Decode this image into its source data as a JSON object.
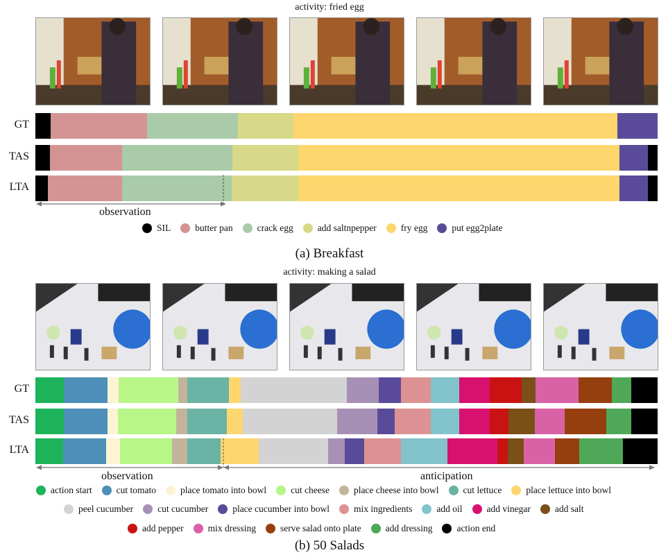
{
  "breakfast": {
    "activity": "activity: fried egg",
    "caption": "(a) Breakfast",
    "observation_label": "observation",
    "rows": [
      {
        "label": "GT",
        "segments": [
          {
            "c": "#000000",
            "w": 2.5
          },
          {
            "c": "#d49494",
            "w": 15.5
          },
          {
            "c": "#a9cba8",
            "w": 14.5
          },
          {
            "c": "#d7d988",
            "w": 9.0
          },
          {
            "c": "#fdd66e",
            "w": 52.0
          },
          {
            "c": "#5a4b9a",
            "w": 6.5
          }
        ]
      },
      {
        "label": "TAS",
        "segments": [
          {
            "c": "#000000",
            "w": 2.3
          },
          {
            "c": "#d49494",
            "w": 11.6
          },
          {
            "c": "#a9cba8",
            "w": 17.8
          },
          {
            "c": "#d7d988",
            "w": 10.5
          },
          {
            "c": "#fdd66e",
            "w": 51.7
          },
          {
            "c": "#5a4b9a",
            "w": 4.5
          },
          {
            "c": "#000000",
            "w": 1.6
          }
        ]
      },
      {
        "label": "LTA",
        "segments": [
          {
            "c": "#000000",
            "w": 2.0
          },
          {
            "c": "#d49494",
            "w": 11.9
          },
          {
            "c": "#a9cba8",
            "w": 17.6
          },
          {
            "c": "#d7d988",
            "w": 10.7
          },
          {
            "c": "#fdd66e",
            "w": 51.7
          },
          {
            "c": "#5a4b9a",
            "w": 4.5
          },
          {
            "c": "#000000",
            "w": 1.6
          }
        ]
      }
    ],
    "legend": [
      {
        "label": "SIL",
        "color": "#000000"
      },
      {
        "label": "butter pan",
        "color": "#d49494"
      },
      {
        "label": "crack egg",
        "color": "#a9cba8"
      },
      {
        "label": "add saltnpepper",
        "color": "#d7d988"
      },
      {
        "label": "fry egg",
        "color": "#fdd66e"
      },
      {
        "label": "put egg2plate",
        "color": "#5a4b9a"
      }
    ]
  },
  "salad": {
    "activity": "activity: making a salad",
    "caption": "(b) 50 Salads",
    "observation_label": "observation",
    "anticipation_label": "anticipation",
    "rows": [
      {
        "label": "GT",
        "segments": [
          {
            "c": "#1db35a",
            "w": 4.5
          },
          {
            "c": "#4d8fb8",
            "w": 7.0
          },
          {
            "c": "#fdf4d4",
            "w": 1.7
          },
          {
            "c": "#b8f687",
            "w": 9.5
          },
          {
            "c": "#c2b49a",
            "w": 1.5
          },
          {
            "c": "#6bb3a4",
            "w": 6.6
          },
          {
            "c": "#fdd66e",
            "w": 1.9
          },
          {
            "c": "#d3d3d3",
            "w": 16.8
          },
          {
            "c": "#a790b5",
            "w": 5.1
          },
          {
            "c": "#5a4b9a",
            "w": 3.6
          },
          {
            "c": "#dc9292",
            "w": 4.7
          },
          {
            "c": "#82c3cc",
            "w": 4.5
          },
          {
            "c": "#d8116e",
            "w": 4.9
          },
          {
            "c": "#c91212",
            "w": 5.1
          },
          {
            "c": "#7a5018",
            "w": 2.2
          },
          {
            "c": "#d962a6",
            "w": 6.8
          },
          {
            "c": "#963f0e",
            "w": 5.3
          },
          {
            "c": "#4ea857",
            "w": 3.1
          },
          {
            "c": "#000000",
            "w": 4.2
          }
        ]
      },
      {
        "label": "TAS",
        "segments": [
          {
            "c": "#1db35a",
            "w": 4.5
          },
          {
            "c": "#4d8fb8",
            "w": 7.0
          },
          {
            "c": "#fdf4d4",
            "w": 1.7
          },
          {
            "c": "#b8f687",
            "w": 9.2
          },
          {
            "c": "#c2b49a",
            "w": 1.8
          },
          {
            "c": "#6bb3a4",
            "w": 6.3
          },
          {
            "c": "#fdd66e",
            "w": 2.5
          },
          {
            "c": "#d3d3d3",
            "w": 15.1
          },
          {
            "c": "#a790b5",
            "w": 6.4
          },
          {
            "c": "#5a4b9a",
            "w": 2.7
          },
          {
            "c": "#dc9292",
            "w": 5.8
          },
          {
            "c": "#82c3cc",
            "w": 4.5
          },
          {
            "c": "#d8116e",
            "w": 4.9
          },
          {
            "c": "#c91212",
            "w": 2.9
          },
          {
            "c": "#7a5018",
            "w": 4.2
          },
          {
            "c": "#d962a6",
            "w": 4.8
          },
          {
            "c": "#963f0e",
            "w": 6.6
          },
          {
            "c": "#4ea857",
            "w": 4.0
          },
          {
            "c": "#000000",
            "w": 4.2
          }
        ]
      },
      {
        "label": "LTA",
        "segments": [
          {
            "c": "#1db35a",
            "w": 4.5
          },
          {
            "c": "#4d8fb8",
            "w": 6.9
          },
          {
            "c": "#fdf4d4",
            "w": 2.2
          },
          {
            "c": "#b8f687",
            "w": 8.4
          },
          {
            "c": "#c2b49a",
            "w": 2.4
          },
          {
            "c": "#6bb3a4",
            "w": 5.4
          },
          {
            "c": "#fdd66e",
            "w": 6.1
          },
          {
            "c": "#d3d3d3",
            "w": 11.2
          },
          {
            "c": "#a790b5",
            "w": 2.6
          },
          {
            "c": "#5a4b9a",
            "w": 3.1
          },
          {
            "c": "#dc9292",
            "w": 6.0
          },
          {
            "c": "#82c3cc",
            "w": 7.4
          },
          {
            "c": "#d8116e",
            "w": 8.0
          },
          {
            "c": "#c91212",
            "w": 1.7
          },
          {
            "c": "#7a5018",
            "w": 2.6
          },
          {
            "c": "#d962a6",
            "w": 5.0
          },
          {
            "c": "#963f0e",
            "w": 3.9
          },
          {
            "c": "#4ea857",
            "w": 7.0
          },
          {
            "c": "#000000",
            "w": 5.6
          }
        ]
      }
    ],
    "legend_rows": [
      [
        {
          "label": "action start",
          "color": "#1db35a"
        },
        {
          "label": "cut tomato",
          "color": "#4d8fb8"
        },
        {
          "label": "place tomato into bowl",
          "color": "#fdf4d4"
        },
        {
          "label": "cut cheese",
          "color": "#b8f687"
        },
        {
          "label": "place cheese into bowl",
          "color": "#c2b49a"
        },
        {
          "label": "cut lettuce",
          "color": "#6bb3a4"
        },
        {
          "label": "place lettuce into bowl",
          "color": "#fdd66e"
        }
      ],
      [
        {
          "label": "peel cucumber",
          "color": "#d3d3d3"
        },
        {
          "label": "cut cucumber",
          "color": "#a790b5"
        },
        {
          "label": "place cucumber into bowl",
          "color": "#5a4b9a"
        },
        {
          "label": "mix ingredients",
          "color": "#dc9292"
        },
        {
          "label": "add oil",
          "color": "#82c3cc"
        },
        {
          "label": "add vinegar",
          "color": "#d8116e"
        },
        {
          "label": "add salt",
          "color": "#7a5018"
        }
      ],
      [
        {
          "label": "add pepper",
          "color": "#c91212"
        },
        {
          "label": "mix dressing",
          "color": "#d962a6"
        },
        {
          "label": "serve salad onto plate",
          "color": "#963f0e"
        },
        {
          "label": "add dressing",
          "color": "#4ea857"
        },
        {
          "label": "action end",
          "color": "#000000"
        }
      ]
    ]
  }
}
